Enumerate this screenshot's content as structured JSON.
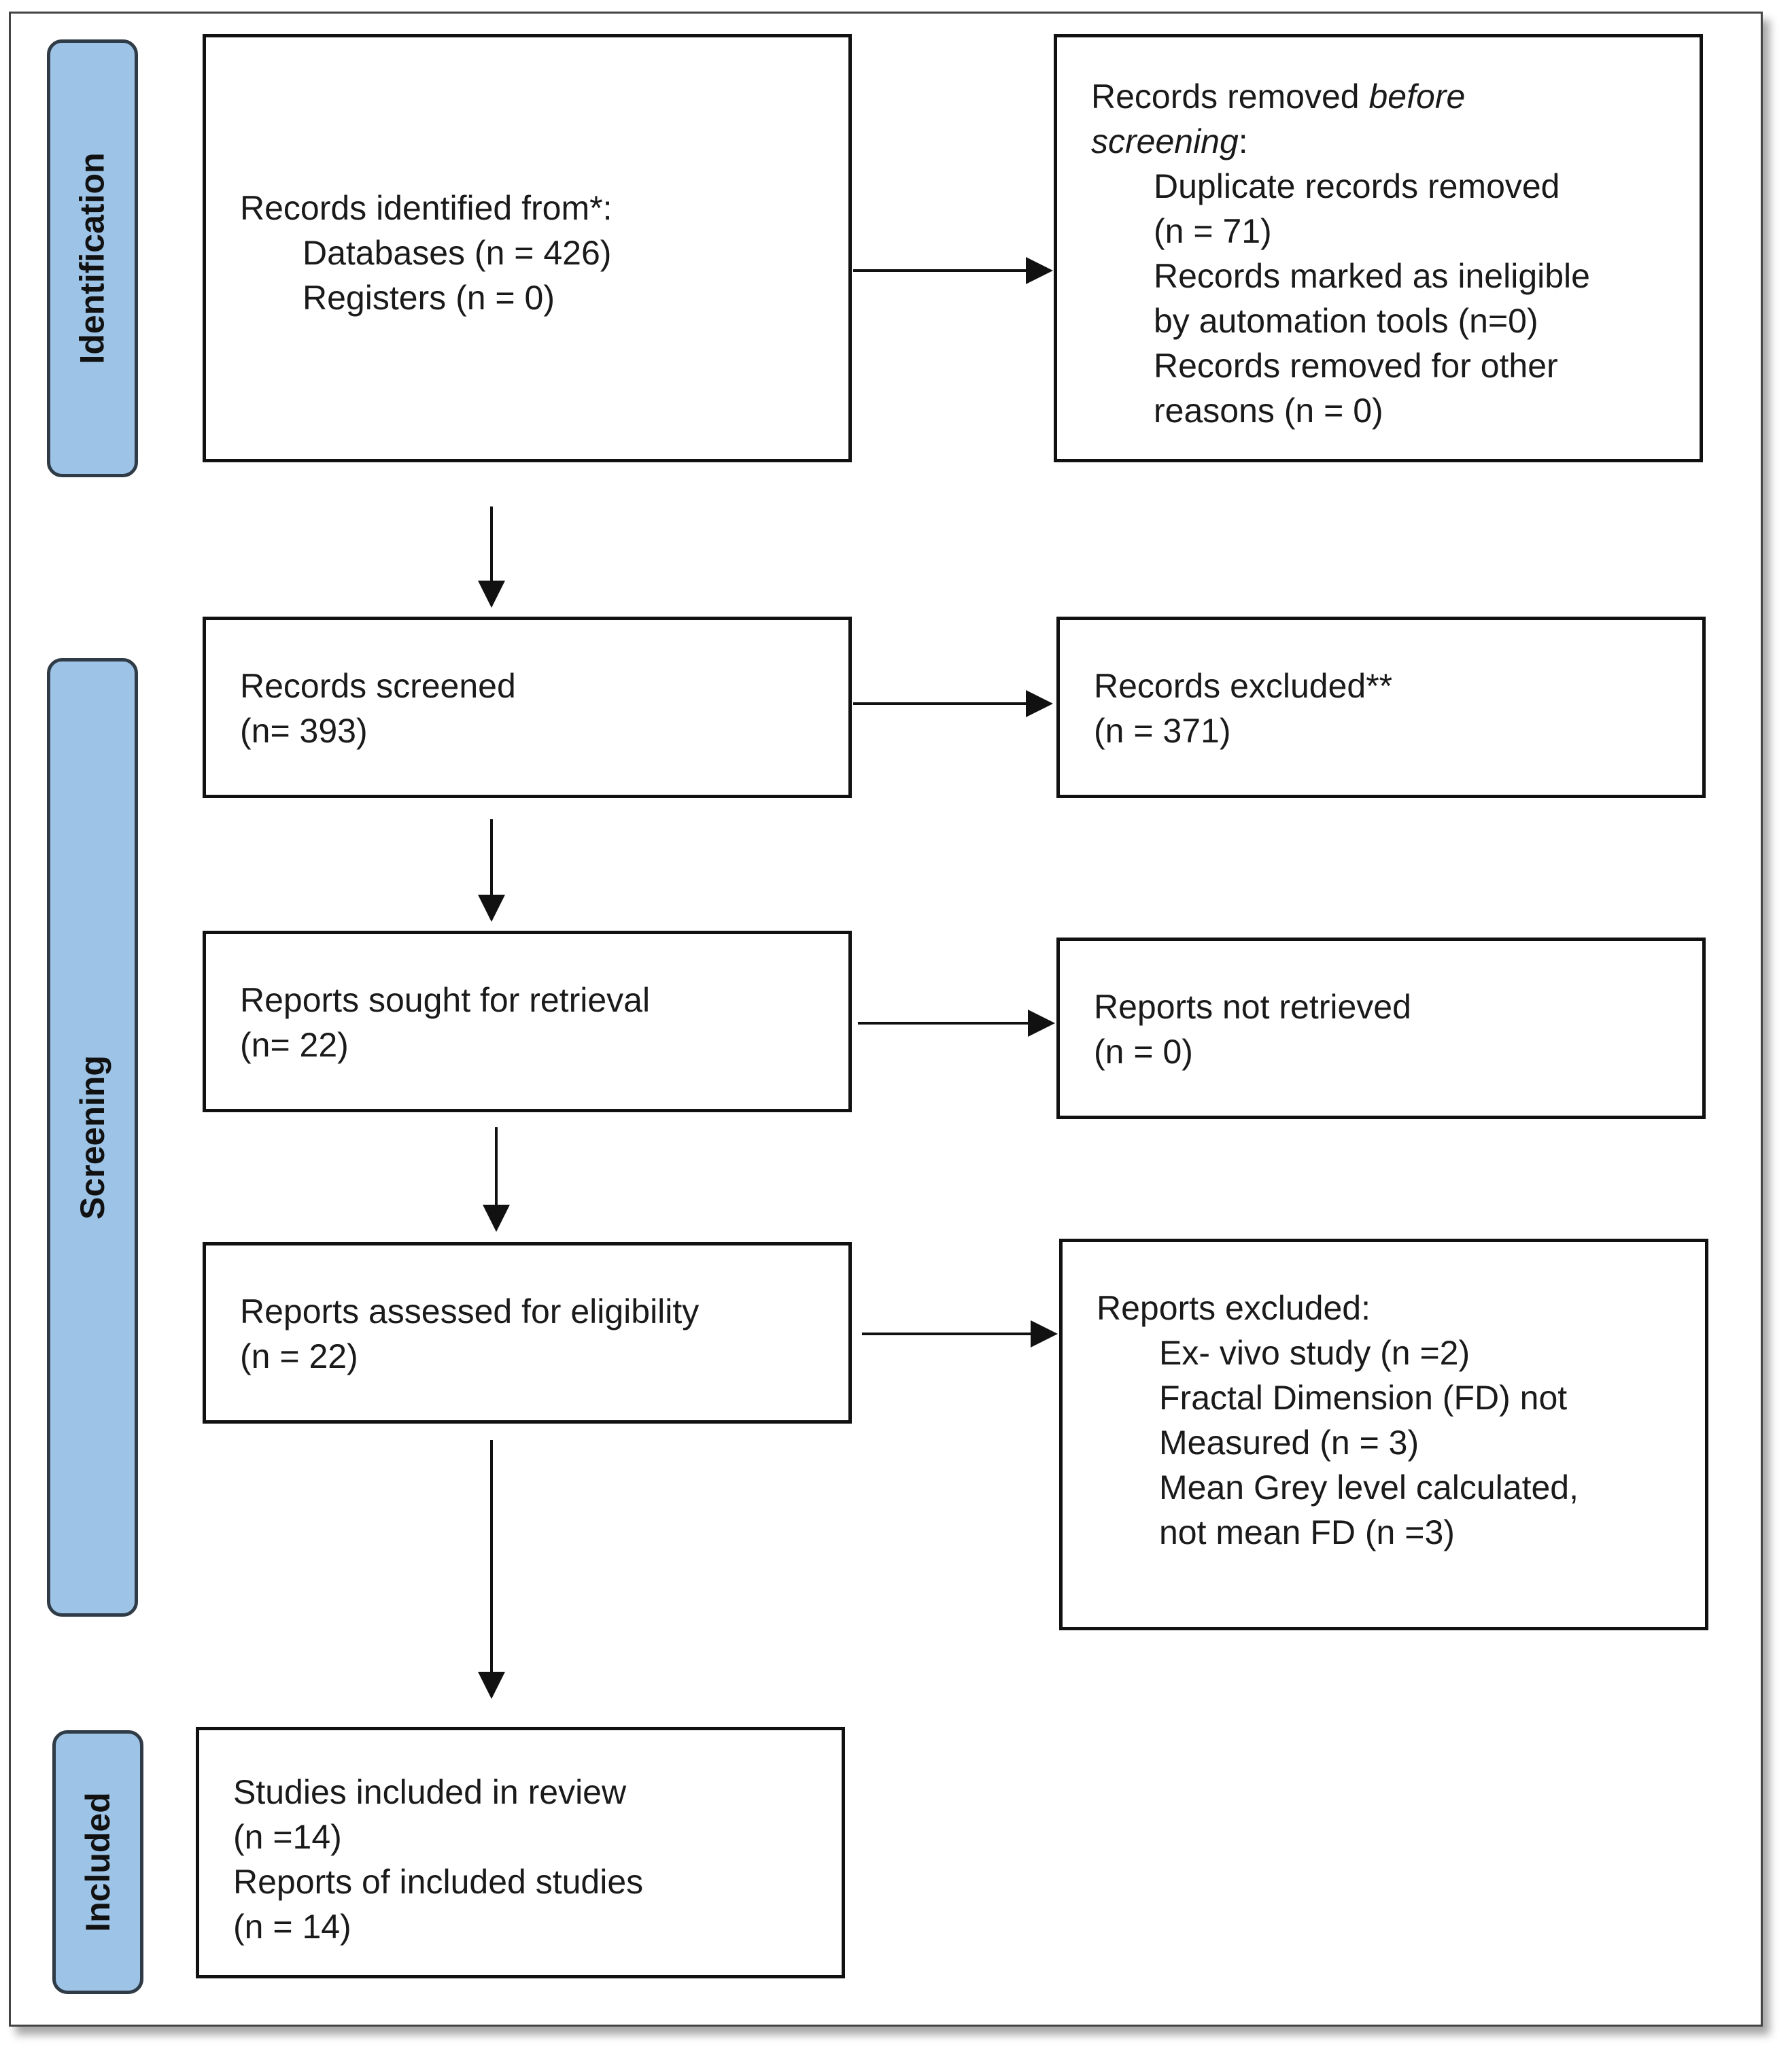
{
  "stages": {
    "identification": "Identification",
    "screening": "Screening",
    "included": "Included"
  },
  "boxes": {
    "identified": {
      "heading": "Records identified from*:",
      "databases": "Databases (n = 426)",
      "registers": "Registers (n = 0)"
    },
    "removed": {
      "heading_prefix": "Records removed ",
      "heading_em1": "before",
      "heading_em2": "screening",
      "heading_suffix": ":",
      "duplicates": "Duplicate records removed",
      "duplicates_n": "(n = 71)",
      "ineligible_1": "Records marked as ineligible",
      "ineligible_2": "by automation tools (n=0)",
      "other_1": "Records removed for other",
      "other_2": "reasons (n = 0)"
    },
    "screened": {
      "label": "Records screened",
      "n": "(n= 393)"
    },
    "excluded": {
      "label": "Records excluded**",
      "n": "(n = 371)"
    },
    "sought": {
      "label": "Reports sought for retrieval",
      "n": "(n= 22)"
    },
    "not_retrieved": {
      "label": "Reports not retrieved",
      "n": "(n = 0)"
    },
    "assessed": {
      "label": "Reports assessed for eligibility",
      "n": "(n = 22)"
    },
    "reports_excluded": {
      "heading": "Reports excluded:",
      "exvivo": "Ex- vivo study (n =2)",
      "fd_1": "Fractal Dimension (FD) not",
      "fd_2": "Measured (n = 3)",
      "grey_1": "Mean Grey level calculated,",
      "grey_2": "not mean FD (n =3)"
    },
    "included": {
      "studies": "Studies included in review",
      "studies_n": "(n =14)",
      "reports": "Reports of included studies",
      "reports_n": "(n = 14)"
    }
  },
  "colors": {
    "stage_fill": "#9dc3e6",
    "stage_border": "#2f3b46",
    "box_border": "#111111"
  }
}
